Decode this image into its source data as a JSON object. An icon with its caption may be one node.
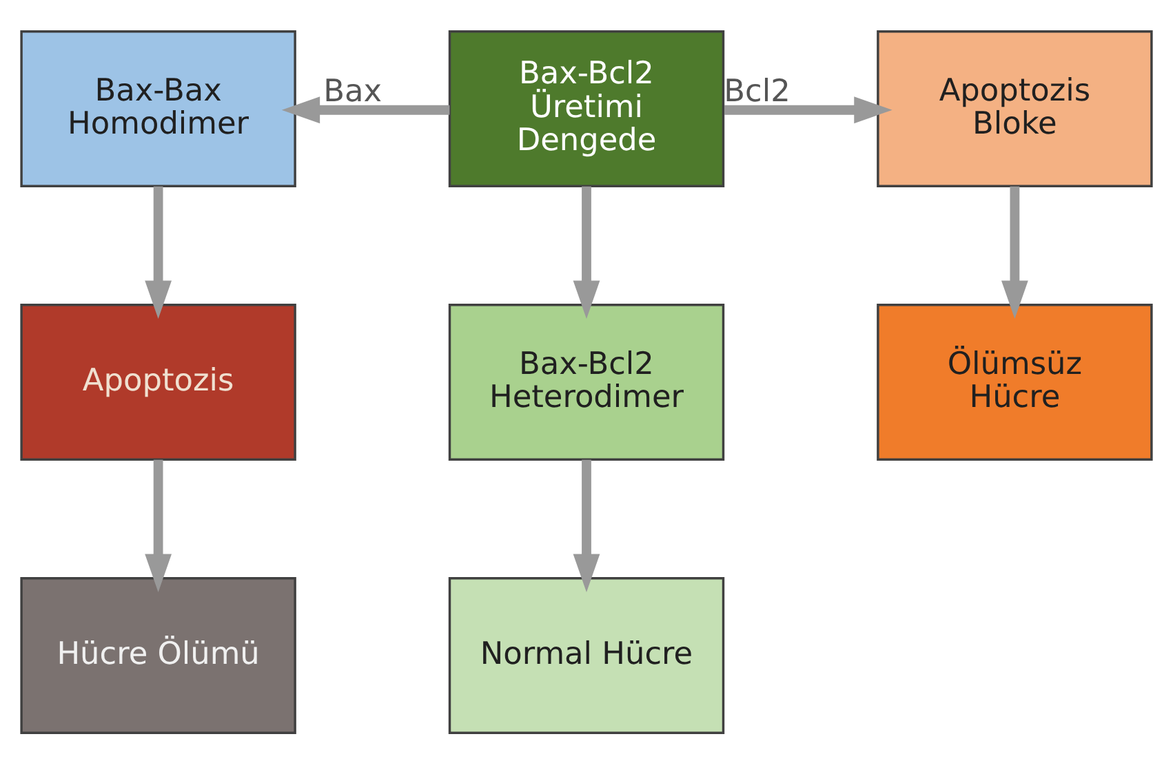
{
  "diagram": {
    "nodes": [
      {
        "text": [
          "Bax-Bcl2 Üretimi Dengede"
        ]
      },
      {
        "text": [
          "Bax-Bax Homodimer"
        ]
      },
      {
        "text": [
          "Apoptozis Bloke"
        ]
      },
      {
        "text": [
          "Apoptozis"
        ]
      },
      {
        "text": [
          "Bax-Bcl2 Heterodimer"
        ]
      },
      {
        "text": [
          "Ölümsüz Hücre"
        ]
      },
      {
        "text": [
          "Hücre Ölümü"
        ]
      },
      {
        "text": [
          "Normal Hücre"
        ]
      }
    ],
    "edges": [
      {
        "from": 0,
        "to": 1,
        "arrow": "to",
        "label": "Bax"
      },
      {
        "from": 0,
        "to": 2,
        "arrow": "to",
        "label": "Bcl2"
      },
      {
        "from": 1,
        "to": 3,
        "arrow": "to"
      },
      {
        "from": 0,
        "to": 4,
        "arrow": "to"
      },
      {
        "from": 2,
        "to": 5,
        "arrow": "to"
      },
      {
        "from": 3,
        "to": 6,
        "arrow": "to"
      },
      {
        "from": 4,
        "to": 7,
        "arrow": "to"
      }
    ]
  }
}
